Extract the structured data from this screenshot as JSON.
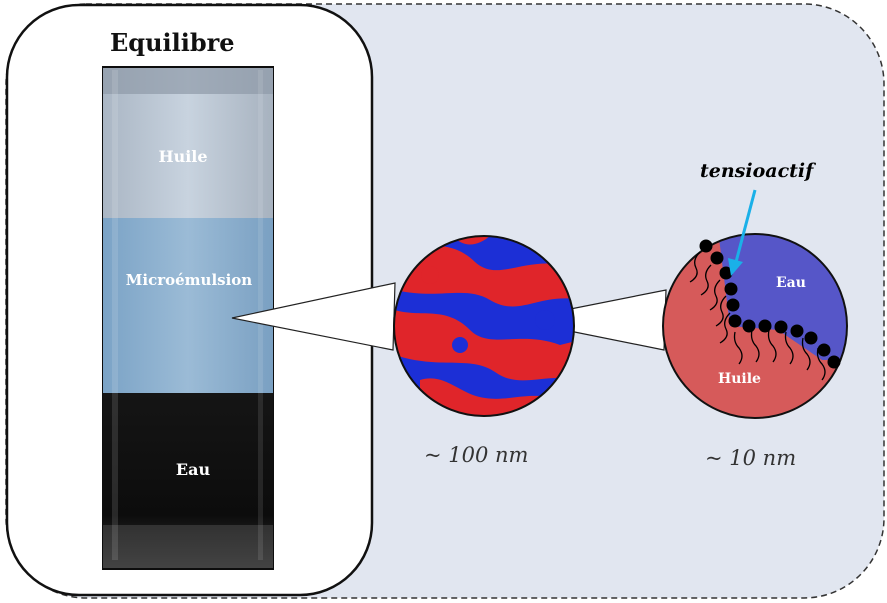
{
  "title": "Equilibre",
  "vial": {
    "oil_label": "Huile",
    "microemulsion_label": "Microémulsion",
    "water_label": "Eau"
  },
  "zoom1": {
    "scale": "~ 100 nm"
  },
  "zoom2": {
    "scale": "~ 10 nm",
    "water_label": "Eau",
    "oil_label": "Huile",
    "surfactant_label": "tensioactif"
  },
  "colors": {
    "panel_bg": "#e1e6f0",
    "oil_red": "#e0252a",
    "water_blue": "#1c2fd6",
    "oil_domain": "#d65a5a",
    "water_domain": "#5656c8",
    "arrow": "#1ab0e8"
  }
}
